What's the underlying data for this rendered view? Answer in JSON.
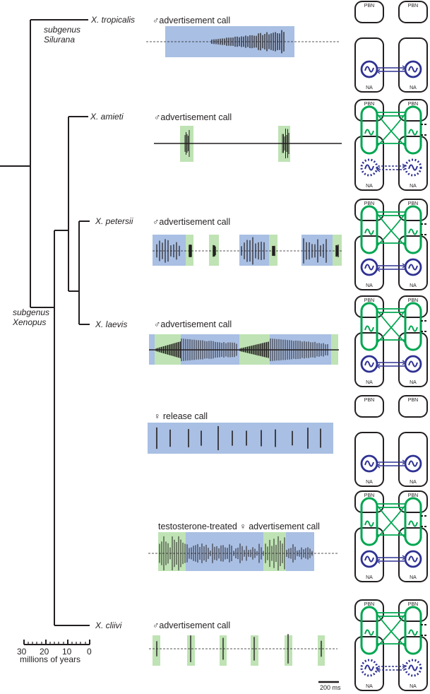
{
  "tree": {
    "species": [
      "X. tropicalis",
      "X. amieti",
      "X. petersii",
      "X. laevis",
      "X. cliivi"
    ],
    "subgenera": [
      {
        "line1": "subgenus",
        "line2": "Silurana"
      },
      {
        "line1": "subgenus",
        "line2": "Xenopus"
      }
    ],
    "scale": {
      "ticks": [
        "30",
        "20",
        "10",
        "0"
      ],
      "label": "millions of years"
    }
  },
  "calls": [
    {
      "label": "♂advertisement call",
      "species": "X. tropicalis",
      "segments": [
        {
          "type": "blue",
          "from": 0.08,
          "to": 0.72
        }
      ]
    },
    {
      "label": "♂advertisement call",
      "species": "X. amieti",
      "segments": [
        {
          "type": "green",
          "from": 0.14,
          "to": 0.2
        },
        {
          "type": "green",
          "from": 0.66,
          "to": 0.72
        }
      ]
    },
    {
      "label": "♂advertisement call",
      "species": "X. petersii"
    },
    {
      "label": "♂advertisement call",
      "species": "X. laevis"
    },
    {
      "label": "♀ release call",
      "species": "X. laevis"
    },
    {
      "label": "testosterone-treated ♀ advertisement call",
      "species": "X. laevis"
    },
    {
      "label": "♂advertisement call",
      "species": "X. cliivi"
    }
  ],
  "scalebar": {
    "label": "200 ms"
  },
  "circuit": {
    "pbn_label": "PBN",
    "na_label": "NA",
    "colors": {
      "na": "#2e3192",
      "pbn": "#00a651",
      "outline": "#231f20",
      "blue_bg": "#a9bfe3",
      "green_bg": "#bfe3b4"
    },
    "panels": [
      {
        "pbn_active": false,
        "na_state": "solid"
      },
      {
        "pbn_active": true,
        "na_state": "dotted"
      },
      {
        "pbn_active": true,
        "na_state": "solid"
      },
      {
        "pbn_active": true,
        "na_state": "solid"
      },
      {
        "pbn_active": false,
        "na_state": "solid"
      },
      {
        "pbn_active": true,
        "na_state": "solid"
      },
      {
        "pbn_active": true,
        "na_state": "dotted"
      }
    ]
  }
}
